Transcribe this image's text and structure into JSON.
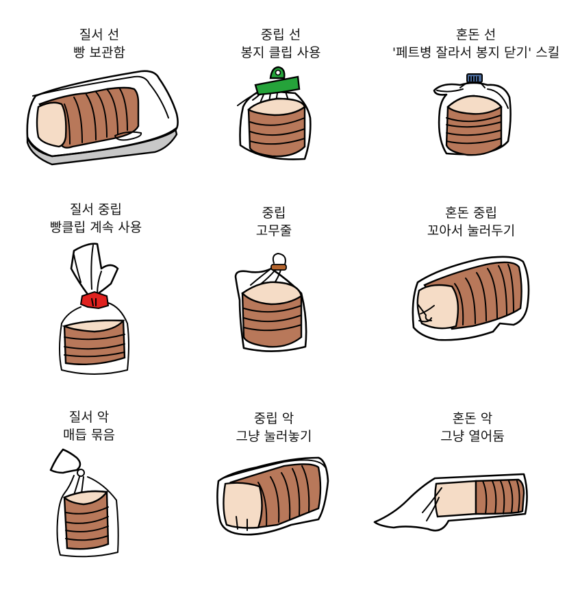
{
  "colors": {
    "crust": "#b8785a",
    "crumb": "#f5dcc6",
    "outline": "#000000",
    "clip_green": "#25a33a",
    "cap_blue": "#4a6a9a",
    "clip_red": "#e0221f",
    "rubber_band": "#b5652e",
    "tray_gray": "#c8c8c8"
  },
  "grid": {
    "columns": [
      "질서",
      "중립",
      "혼돈"
    ],
    "rows": [
      "선",
      "중립",
      "악"
    ]
  },
  "cells": [
    {
      "id": "lawful-good",
      "line1": "질서 선",
      "line2": "빵 보관함",
      "illustration": "bread-box-icon"
    },
    {
      "id": "neutral-good",
      "line1": "중립 선",
      "line2": "봉지 클립 사용",
      "illustration": "bag-clip-icon"
    },
    {
      "id": "chaotic-good",
      "line1": "혼돈 선",
      "line2": "'페트병 잘라서 봉지 닫기' 스킬",
      "illustration": "bottle-neck-icon"
    },
    {
      "id": "lawful-neutral",
      "line1": "질서 중립",
      "line2": "빵클립 계속 사용",
      "illustration": "bread-clip-icon"
    },
    {
      "id": "true-neutral",
      "line1": "중립",
      "line2": "고무줄",
      "illustration": "rubber-band-icon"
    },
    {
      "id": "chaotic-neutral",
      "line1": "혼돈 중립",
      "line2": "꼬아서 눌러두기",
      "illustration": "twisted-tucked-icon"
    },
    {
      "id": "lawful-evil",
      "line1": "질서 악",
      "line2": "매듭 묶음",
      "illustration": "knot-icon"
    },
    {
      "id": "neutral-evil",
      "line1": "중립 악",
      "line2": "그냥 눌러놓기",
      "illustration": "tucked-under-icon"
    },
    {
      "id": "chaotic-evil",
      "line1": "혼돈 악",
      "line2": "그냥 열어둠",
      "illustration": "open-bag-icon"
    }
  ]
}
